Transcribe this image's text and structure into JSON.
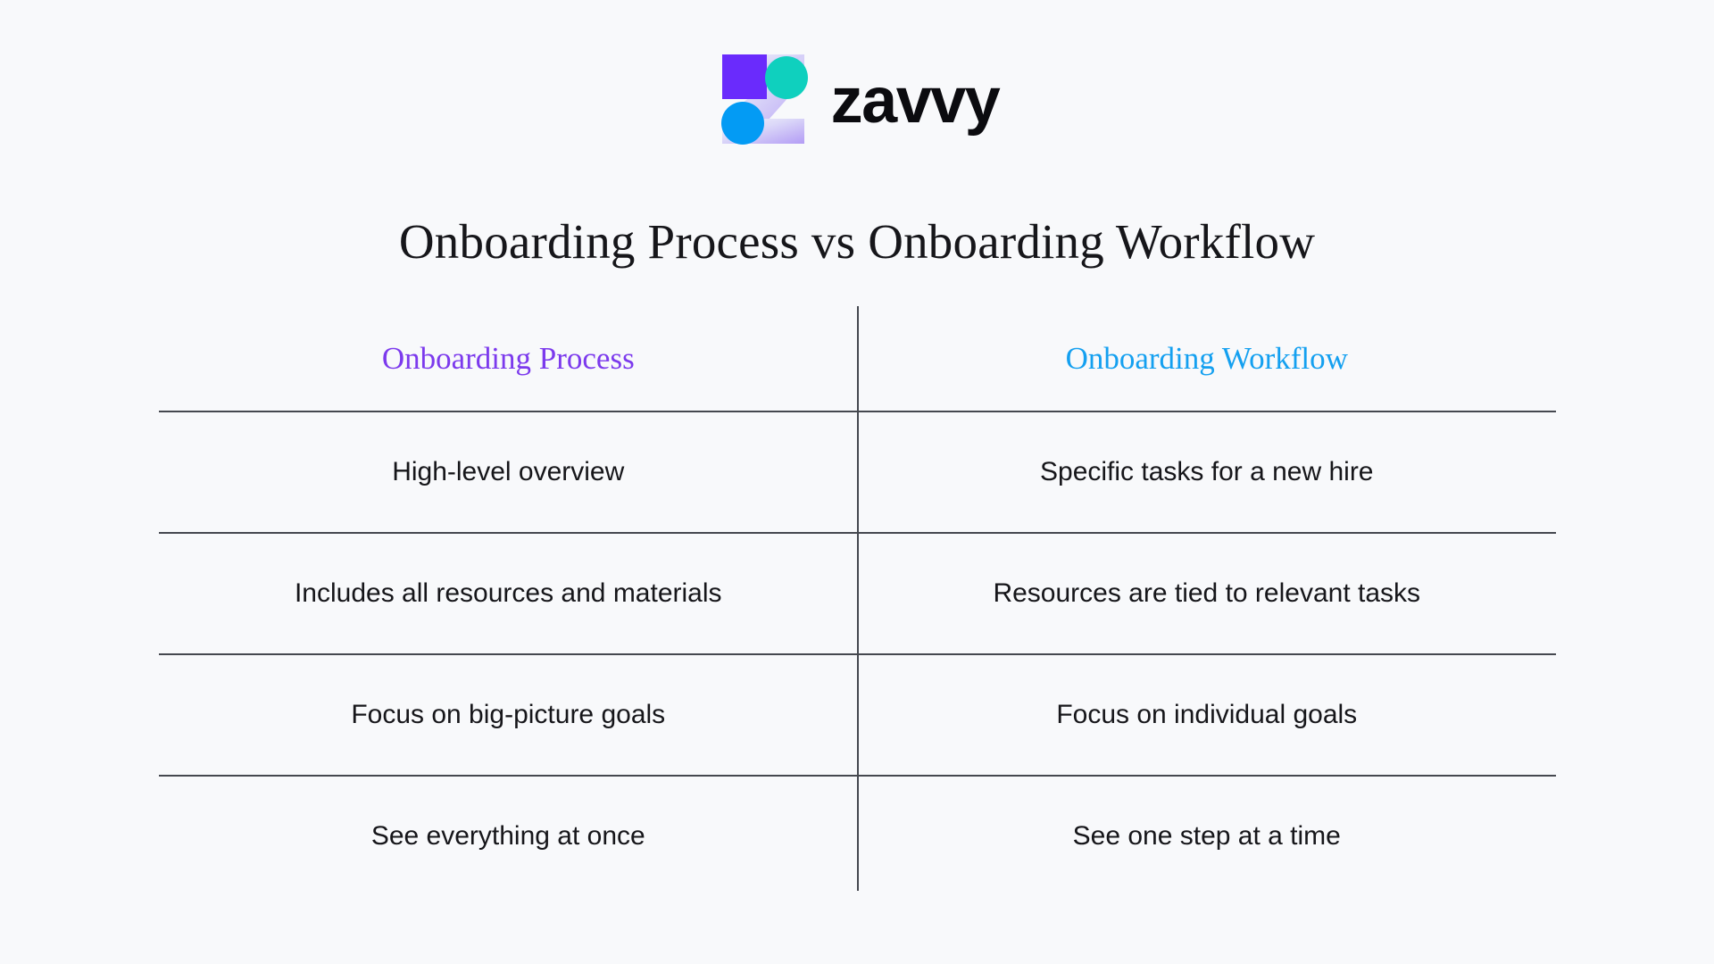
{
  "brand": {
    "wordmark": "zavvy",
    "logo_icon": "zavvy-z-logo",
    "colors": {
      "purple_square": "#6a2bfc",
      "teal_circle": "#0fd0be",
      "blue_circle": "#039bf4",
      "z_gradient_start": "#eceefb",
      "z_gradient_end": "#b39cf5"
    }
  },
  "header": {
    "title": "Onboarding Process vs Onboarding Workflow"
  },
  "table": {
    "columns": [
      {
        "label": "Onboarding Process",
        "color": "#7c3aed"
      },
      {
        "label": "Onboarding Workflow",
        "color": "#14a0f0"
      }
    ],
    "rows": [
      {
        "left": "High-level overview",
        "right": "Specific tasks for a new hire"
      },
      {
        "left": "Includes all resources and materials",
        "right": "Resources are tied to relevant tasks"
      },
      {
        "left": "Focus on big-picture goals",
        "right": "Focus on individual goals"
      },
      {
        "left": "See everything at once",
        "right": "See one step at a time"
      }
    ]
  }
}
